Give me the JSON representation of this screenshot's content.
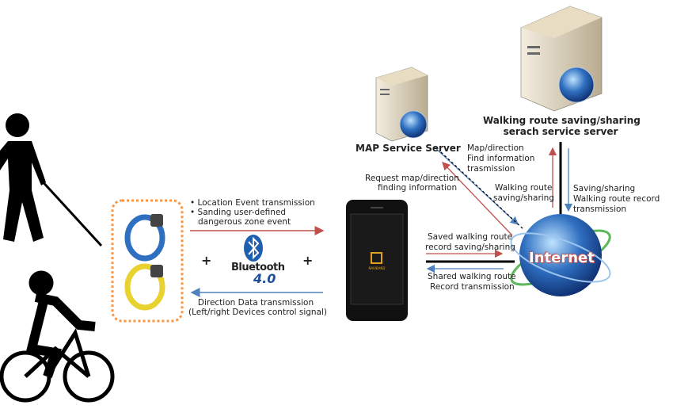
{
  "band_messages": {
    "bullet1": "• Location Event transmission",
    "bullet2": "• Sanding user-defined",
    "bullet2_cont": "dangerous zone event",
    "return1": "Direction Data transmission",
    "return2": "(Left/right Devices control signal)"
  },
  "bluetooth": {
    "plus": "+",
    "word": "Bluetooth",
    "version": "4.0"
  },
  "phone": {
    "app_name": "NAVIBAND"
  },
  "map_server": {
    "label": "MAP Service Server",
    "request1": "Request map/direction",
    "request2": "finding information",
    "response1": "Map/direction",
    "response2": "Find information",
    "response3": "trasmission"
  },
  "route_server": {
    "label1": "Walking route saving/sharing",
    "label2": "serach service server",
    "up1": "Walking route",
    "up2": "saving/sharing",
    "down1": "Saving/sharing",
    "down2": "Walking route record",
    "down3": "transmission"
  },
  "phone_internet": {
    "save1": "Saved walking route",
    "save2": "record saving/sharing",
    "share1": "Shared walking route",
    "share2": "Record transmission"
  },
  "internet": {
    "label": "Internet"
  },
  "colors": {
    "red": "#c0504d",
    "blue": "#4f81bd",
    "orange": "#f79646"
  }
}
